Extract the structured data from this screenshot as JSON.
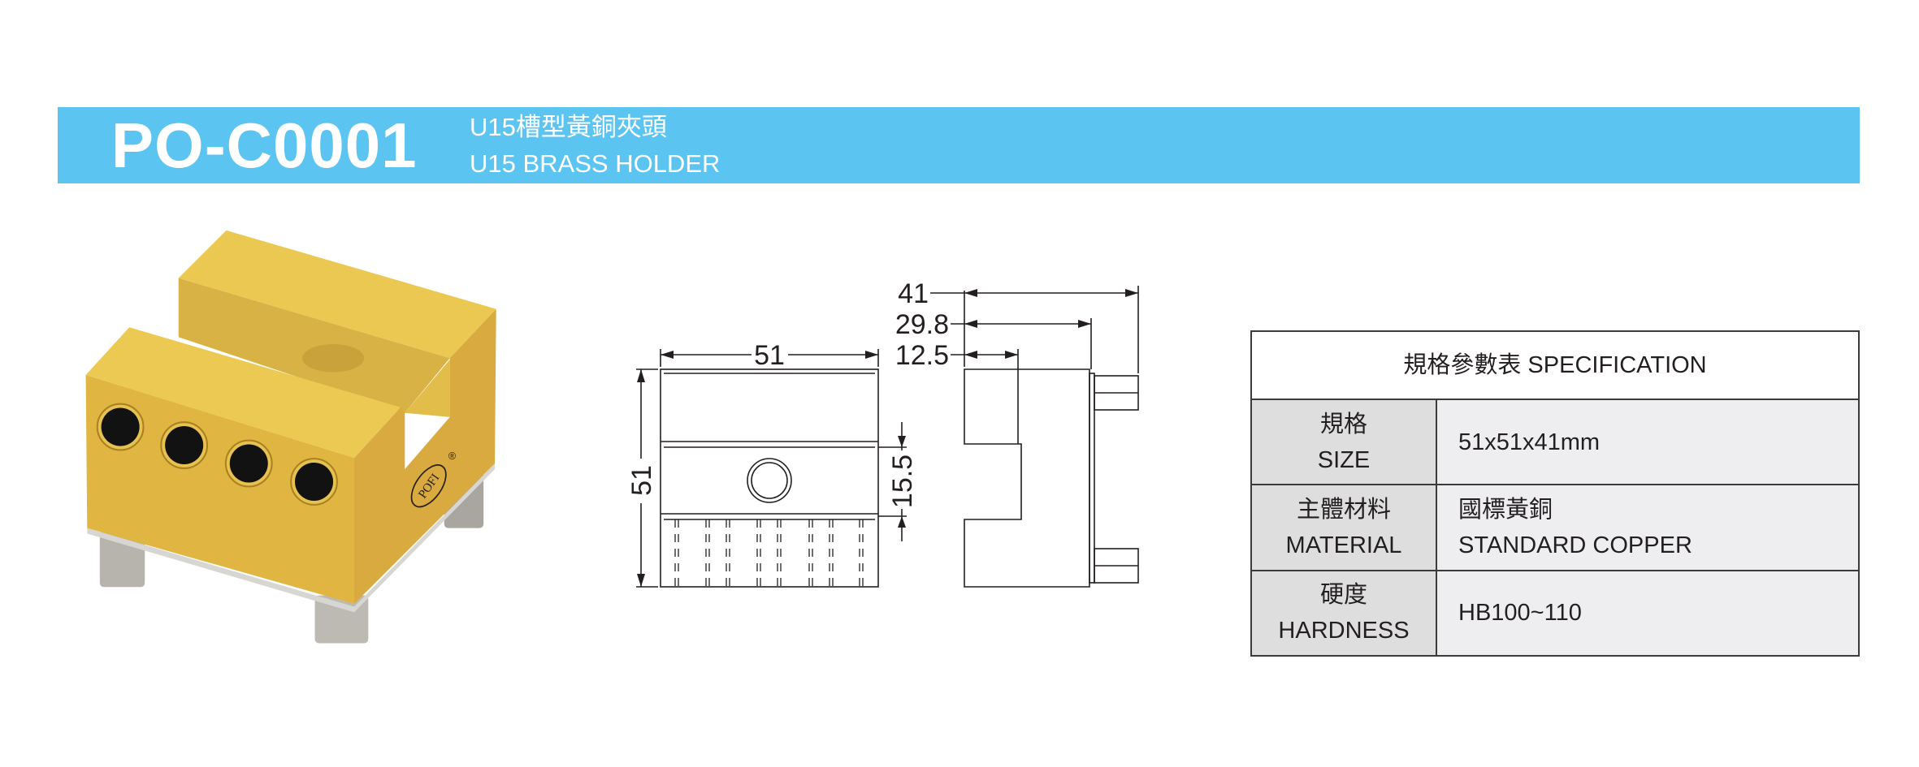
{
  "header": {
    "code": "PO-C0001",
    "subtitle_zh": "U15槽型黃銅夾頭",
    "subtitle_en": "U15 BRASS HOLDER",
    "bar_color": "#5bc4f1"
  },
  "photo": {
    "logo_text": "POFI",
    "registered_mark": "®"
  },
  "drawing": {
    "front_width": "51",
    "front_height": "51",
    "slot_height": "15.5",
    "depth_total": "41",
    "depth_body": "29.8",
    "depth_slot": "12.5"
  },
  "spec": {
    "title": "規格參數表 SPECIFICATION",
    "rows": [
      {
        "label_zh": "規格",
        "label_en": "SIZE",
        "value": "51x51x41mm"
      },
      {
        "label_zh": "主體材料",
        "label_en": "MATERIAL",
        "value_zh": "國標黃銅",
        "value": "STANDARD COPPER"
      },
      {
        "label_zh": "硬度",
        "label_en": "HARDNESS",
        "value": "HB100~110"
      }
    ]
  }
}
